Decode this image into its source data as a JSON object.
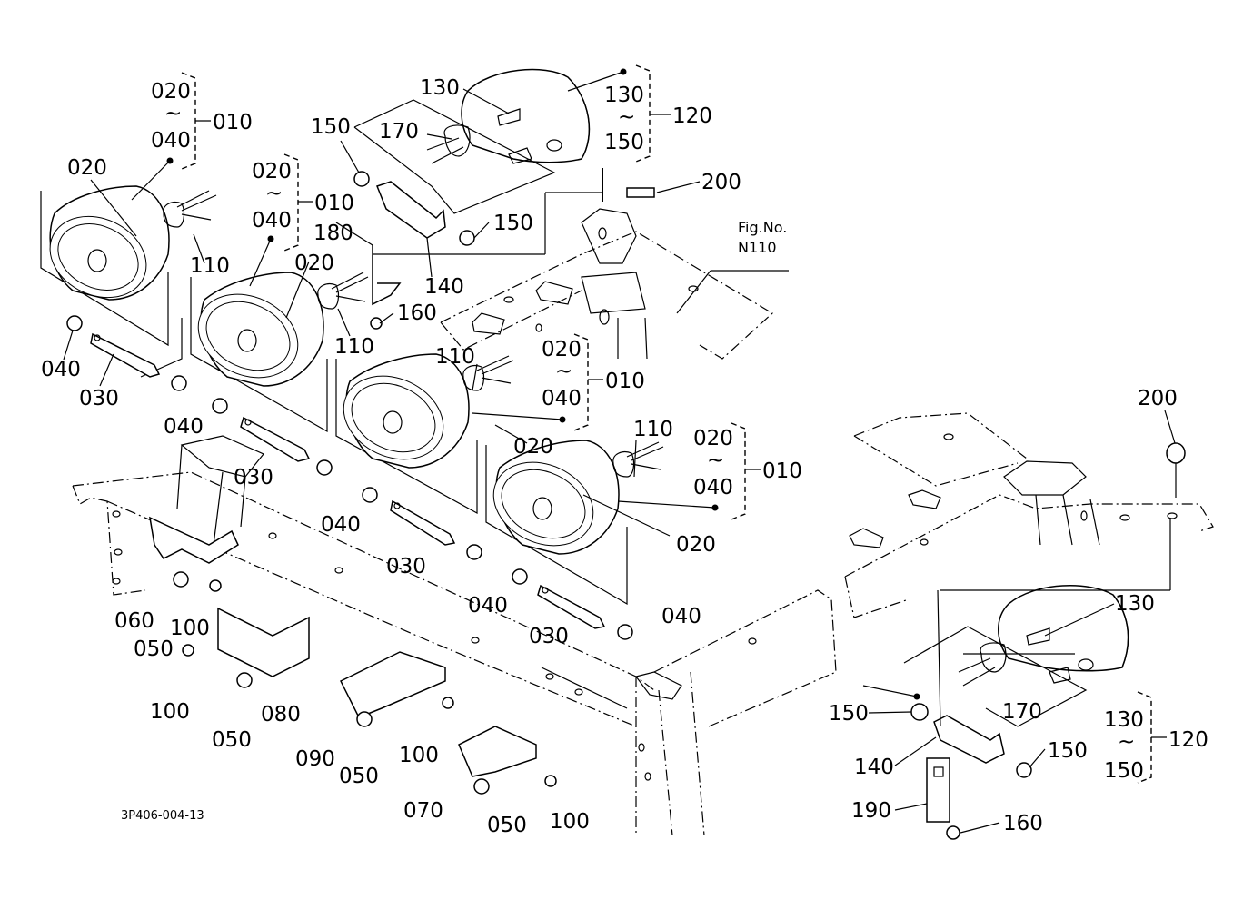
{
  "diagram": {
    "drawing_code": "3P406-004-13",
    "figure_reference": {
      "line1": "Fig.No.",
      "line2": "N110"
    },
    "tilde": "~",
    "assemblies": [
      {
        "id": "010-a",
        "range_from": "020",
        "range_to": "040",
        "parent": "010"
      },
      {
        "id": "010-b",
        "range_from": "020",
        "range_to": "040",
        "parent": "010"
      },
      {
        "id": "010-c",
        "range_from": "020",
        "range_to": "040",
        "parent": "010"
      },
      {
        "id": "010-d",
        "range_from": "020",
        "range_to": "040",
        "parent": "010"
      },
      {
        "id": "120-a",
        "range_from": "130",
        "range_to": "150",
        "parent": "120"
      },
      {
        "id": "120-b",
        "range_from": "130",
        "range_to": "150",
        "parent": "120"
      }
    ],
    "callouts": {
      "l020a": "020",
      "l020b": "020",
      "l020c": "020",
      "l020d": "020",
      "l110a": "110",
      "l110b": "110",
      "l110c": "110",
      "l110d": "110",
      "l040a": "040",
      "l040b": "040",
      "l040c": "040",
      "l040d": "040",
      "l040e": "040",
      "l030a": "030",
      "l030b": "030",
      "l030c": "030",
      "l030d": "030",
      "l060": "060",
      "l050a": "050",
      "l050b": "050",
      "l050c": "050",
      "l050d": "050",
      "l100a": "100",
      "l100b": "100",
      "l100c": "100",
      "l100d": "100",
      "l080": "080",
      "l090": "090",
      "l070": "070",
      "l130a": "130",
      "l130b": "130",
      "l150a": "150",
      "l150b": "150",
      "l150c": "150",
      "l150d": "150",
      "l170a": "170",
      "l170b": "170",
      "l140a": "140",
      "l140b": "140",
      "l180": "180",
      "l160a": "160",
      "l160b": "160",
      "l190": "190",
      "l200a": "200",
      "l200b": "200"
    }
  }
}
